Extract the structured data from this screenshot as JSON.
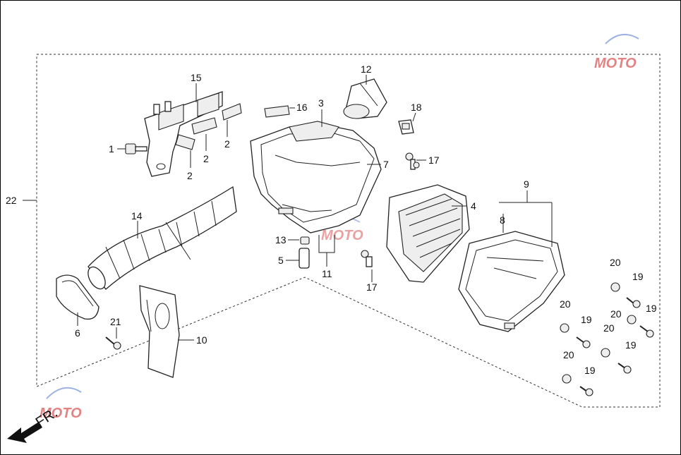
{
  "labels": {
    "l1": "1",
    "l2a": "2",
    "l2b": "2",
    "l2c": "2",
    "l3": "3",
    "l4": "4",
    "l5": "5",
    "l6": "6",
    "l7": "7",
    "l8": "8",
    "l9": "9",
    "l10": "10",
    "l11": "11",
    "l12": "12",
    "l13": "13",
    "l14": "14",
    "l15": "15",
    "l16": "16",
    "l17a": "17",
    "l17b": "17",
    "l18": "18",
    "l19a": "19",
    "l19b": "19",
    "l19c": "19",
    "l19d": "19",
    "l19e": "19",
    "l20a": "20",
    "l20b": "20",
    "l20c": "20",
    "l20d": "20",
    "l20e": "20",
    "l21": "21",
    "l22": "22"
  },
  "direction_label": "FR.",
  "watermark": {
    "text": "MOTO",
    "color_red": "#d03030",
    "color_blue": "#5a7fd0"
  }
}
